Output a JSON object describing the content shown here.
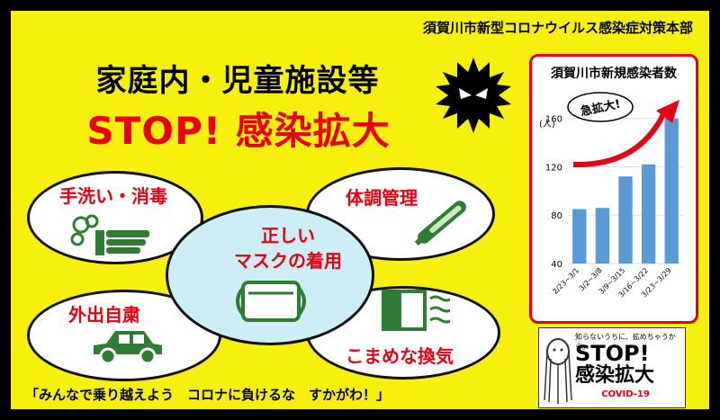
{
  "header": {
    "org": "須賀川市新型コロナウイルス感染症対策本部",
    "title_line1": "家庭内・児童施設等",
    "title_line2": "STOP! 感染拡大"
  },
  "measures": {
    "handwash": "手洗い・消毒",
    "health": "体調管理",
    "mask_line1": "正しい",
    "mask_line2": "マスクの着用",
    "stay_home": "外出自粛",
    "ventilation": "こまめな換気"
  },
  "slogan": "「みんなで乗り越えよう　コロナに負けるな　すかがわ！」",
  "badge": {
    "small_text": "知らないうちに、拡めちゃうから。",
    "stop": "STOP!",
    "kanji": "感染拡大",
    "covid": "COVID-19"
  },
  "chart_data": {
    "type": "bar",
    "title": "須賀川市新規感染者数",
    "ylabel": "(人)",
    "annotation": "急拡大!",
    "categories": [
      "2/23~3/1",
      "3/2~3/8",
      "3/9~3/15",
      "3/16~3/22",
      "3/23~3/29"
    ],
    "values": [
      85,
      86,
      112,
      122,
      160
    ],
    "ylim": [
      40,
      165
    ],
    "yticks": [
      "160",
      "120",
      "80",
      "40"
    ],
    "bar_color": "#5b9bd5"
  },
  "colors": {
    "background": "#f7f00f",
    "accent_red": "#e60012",
    "mask_blue": "#cdeef7",
    "icon_green": "#2e7d32"
  }
}
